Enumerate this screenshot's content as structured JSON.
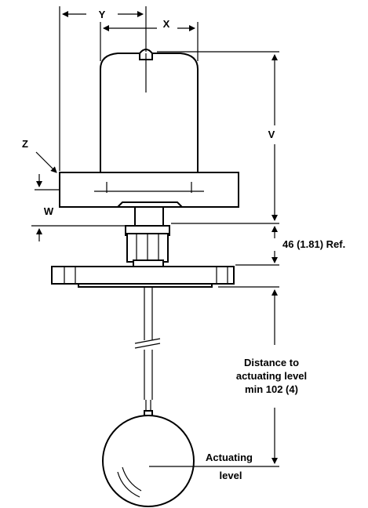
{
  "labels": {
    "y": "Y",
    "x": "X",
    "z": "Z",
    "v": "V",
    "w": "W",
    "ref": "46 (1.81) Ref.",
    "distance_line1": "Distance to",
    "distance_line2": "actuating level",
    "distance_line3": "min 102 (4)",
    "actuating": "Actuating",
    "level": "level"
  }
}
